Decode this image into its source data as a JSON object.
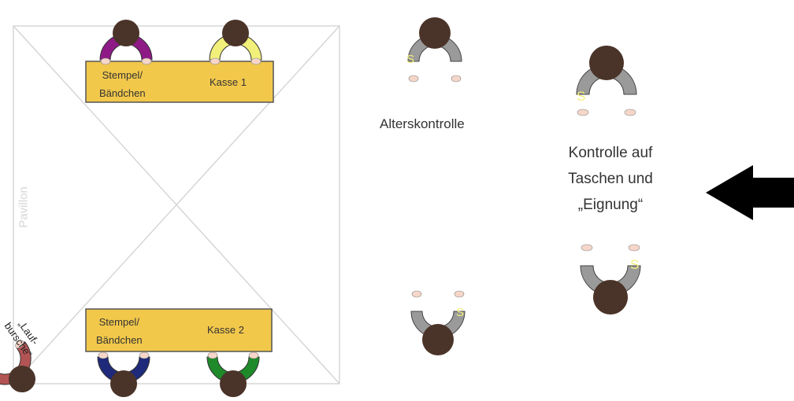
{
  "tables": {
    "top": {
      "left_label": "Stempel/\nBändchen",
      "right_label": "Kasse 1"
    },
    "bottom": {
      "left_label": "Stempel/\nBändchen",
      "right_label": "Kasse 2"
    }
  },
  "pavilion_label": "Pavillon",
  "runner_label": "„Lauf-\nbursche“",
  "age_check_label": "Alterskontrolle",
  "bag_check_label": [
    "Kontrolle auf",
    "Taschen und",
    "„Eignung“"
  ],
  "security_badge": "S",
  "colors": {
    "table": "#f2c84b",
    "person_purple": "#8e1a86",
    "person_yellow": "#f1f07a",
    "person_navy": "#1f2a7a",
    "person_green": "#1e8a2a",
    "person_red": "#b35454",
    "person_gray": "#9a9a9a",
    "head": "#4a3328",
    "arrow": "#000000"
  }
}
